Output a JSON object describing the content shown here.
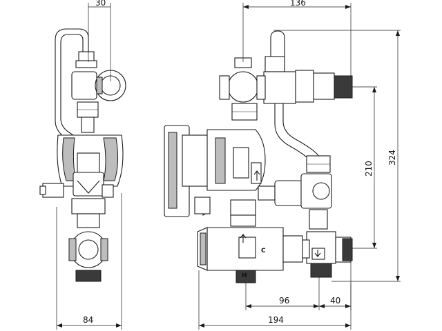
{
  "dimensions": {
    "d30": "30",
    "d84": "84",
    "d136": "136",
    "d194": "194",
    "d210": "210",
    "d324": "324",
    "d96": "96",
    "d40": "40"
  },
  "markings": {
    "valve_letter": "C",
    "hot_symbol": "H"
  },
  "colors": {
    "line": "#1a1a1a",
    "shade": "#bdbdbd",
    "background": "#ffffff"
  }
}
